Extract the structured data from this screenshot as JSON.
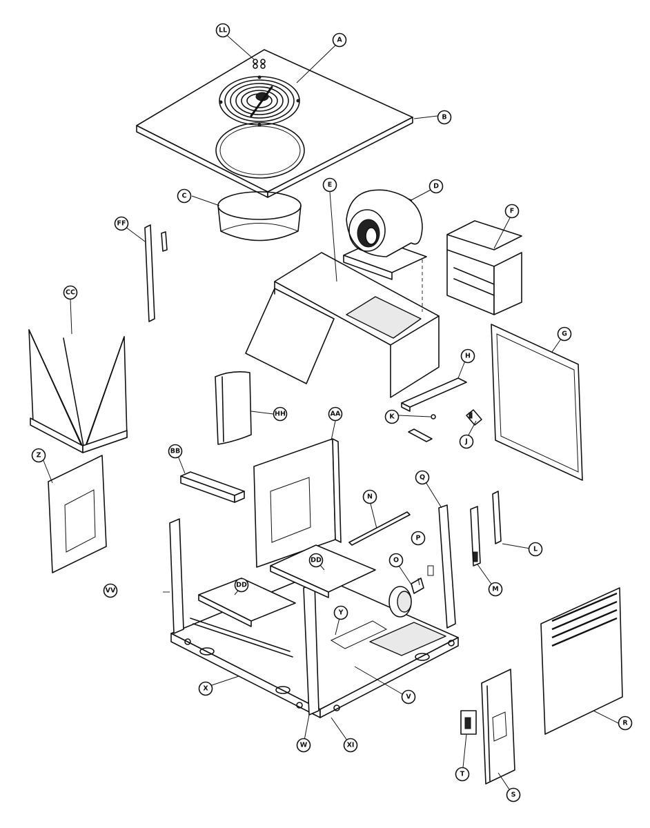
{
  "diagram": {
    "callouts": [
      {
        "id": "LL",
        "text": "LL"
      },
      {
        "id": "A",
        "text": "A"
      },
      {
        "id": "B",
        "text": "B"
      },
      {
        "id": "C",
        "text": "C"
      },
      {
        "id": "D",
        "text": "D"
      },
      {
        "id": "E",
        "text": "E"
      },
      {
        "id": "F",
        "text": "F"
      },
      {
        "id": "FF",
        "text": "FF"
      },
      {
        "id": "CC",
        "text": "CC"
      },
      {
        "id": "G",
        "text": "G"
      },
      {
        "id": "H",
        "text": "H"
      },
      {
        "id": "HH",
        "text": "HH"
      },
      {
        "id": "K",
        "text": "K"
      },
      {
        "id": "J",
        "text": "J"
      },
      {
        "id": "AA",
        "text": "AA"
      },
      {
        "id": "BB",
        "text": "BB"
      },
      {
        "id": "Z",
        "text": "Z"
      },
      {
        "id": "N",
        "text": "N"
      },
      {
        "id": "Q",
        "text": "Q"
      },
      {
        "id": "L",
        "text": "L"
      },
      {
        "id": "P",
        "text": "P"
      },
      {
        "id": "O",
        "text": "O"
      },
      {
        "id": "M",
        "text": "M"
      },
      {
        "id": "DD1",
        "text": "DD"
      },
      {
        "id": "DD2",
        "text": "DD"
      },
      {
        "id": "VV",
        "text": "VV"
      },
      {
        "id": "Y",
        "text": "Y"
      },
      {
        "id": "R",
        "text": "R"
      },
      {
        "id": "X",
        "text": "X"
      },
      {
        "id": "V",
        "text": "V"
      },
      {
        "id": "W",
        "text": "W"
      },
      {
        "id": "XX",
        "text": "XI"
      },
      {
        "id": "T",
        "text": "T"
      },
      {
        "id": "S",
        "text": "S"
      }
    ]
  }
}
